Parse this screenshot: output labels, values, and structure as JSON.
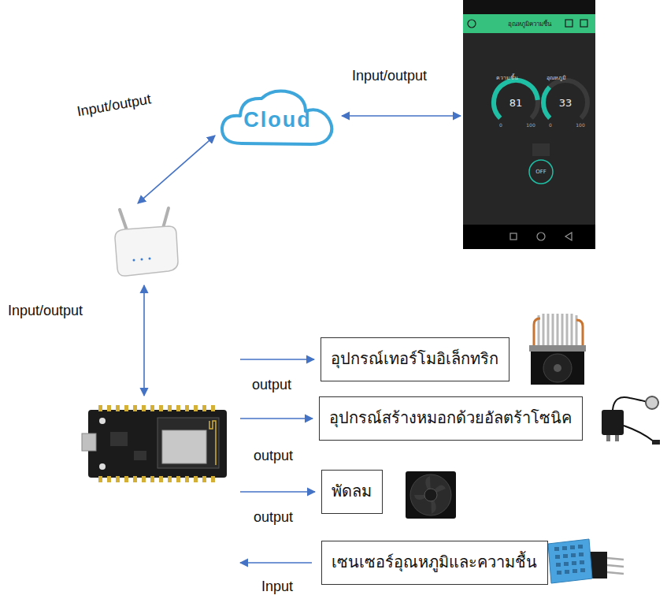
{
  "diagram": {
    "nodes": [
      {
        "text": [
          "Cloud"
        ]
      },
      {
        "text": [
          "อุณหภูมิความชื้น",
          "ความชื้น",
          "81",
          "0",
          "100",
          "อุณหภูมิ",
          "33",
          "0",
          "100",
          "OFF"
        ]
      },
      {
        "text": []
      },
      {
        "text": []
      },
      {
        "text": [
          "อุปกรณ์เทอร์โมอิเล็กทริก"
        ]
      },
      {
        "text": [
          "อุปกรณ์สร้างหมอกด้วยอัลตร้าโซนิค"
        ]
      },
      {
        "text": [
          "พัดลม"
        ]
      },
      {
        "text": [
          "เซนเซอร์อุณหภูมิและความชื้น"
        ]
      }
    ],
    "edges": [
      {
        "from": 0,
        "to": 1,
        "arrow": "both",
        "label": "Input/output"
      },
      {
        "from": 0,
        "to": 2,
        "arrow": "both",
        "label": "Input/output"
      },
      {
        "from": 2,
        "to": 3,
        "arrow": "both",
        "label": "Input/output"
      },
      {
        "from": 3,
        "to": 4,
        "arrow": "to",
        "label": "output"
      },
      {
        "from": 3,
        "to": 5,
        "arrow": "to",
        "label": "output"
      },
      {
        "from": 3,
        "to": 6,
        "arrow": "to",
        "label": "output"
      },
      {
        "from": 7,
        "to": 3,
        "arrow": "to",
        "label": "Input"
      }
    ]
  }
}
